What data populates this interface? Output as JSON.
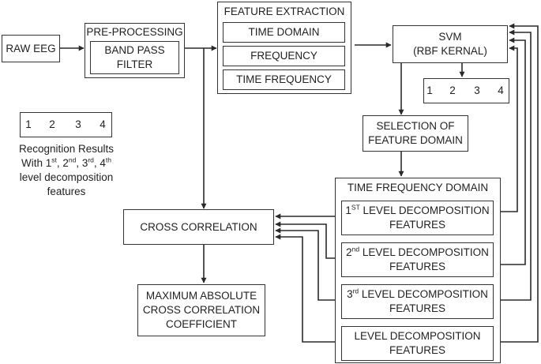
{
  "raw_eeg": "RAW EEG",
  "preprocessing": {
    "title": "PRE-PROCESSING",
    "filter_line1": "BAND PASS",
    "filter_line2": "FILTER"
  },
  "feature_extraction": {
    "title": "FEATURE EXTRACTION",
    "items": [
      "TIME DOMAIN",
      "FREQUENCY",
      "TIME FREQUENCY"
    ]
  },
  "svm": {
    "line1": "SVM",
    "line2": "(RBF KERNAL)"
  },
  "svm_output": [
    "1",
    "2",
    "3",
    "4"
  ],
  "selection": {
    "line1": "SELECTION OF",
    "line2": "FEATURE DOMAIN"
  },
  "legend_numbers": [
    "1",
    "2",
    "3",
    "4"
  ],
  "recognition": {
    "line1": "Recognition Results",
    "line2_prefix": "With 1",
    "sup1": "st",
    "sep1": ", 2",
    "sup2": "nd",
    "sep2": ", 3",
    "sup3": "rd",
    "sep3": ", 4",
    "sup4": "th",
    "line3": "level decomposition",
    "line4": "features"
  },
  "tf_domain": {
    "title": "TIME FREQUENCY DOMAIN",
    "levels": [
      {
        "num": "1",
        "sup": "ST",
        "rest": " LEVEL DECOMPOSITION",
        "line2": "FEATURES"
      },
      {
        "num": "2",
        "sup": "nd",
        "rest": " LEVEL DECOMPOSITION",
        "line2": "FEATURES"
      },
      {
        "num": "3",
        "sup": "rd",
        "rest": " LEVEL DECOMPOSITION",
        "line2": "FEATURES"
      },
      {
        "num": "",
        "sup": "",
        "rest": "LEVEL DECOMPOSITION",
        "line2": "FEATURES"
      }
    ]
  },
  "cross_correlation": "CROSS CORRELATION",
  "max_abs": {
    "line1": "MAXIMUM ABSOLUTE",
    "line2": "CROSS CORRELATION",
    "line3": "COEFFICIENT"
  }
}
